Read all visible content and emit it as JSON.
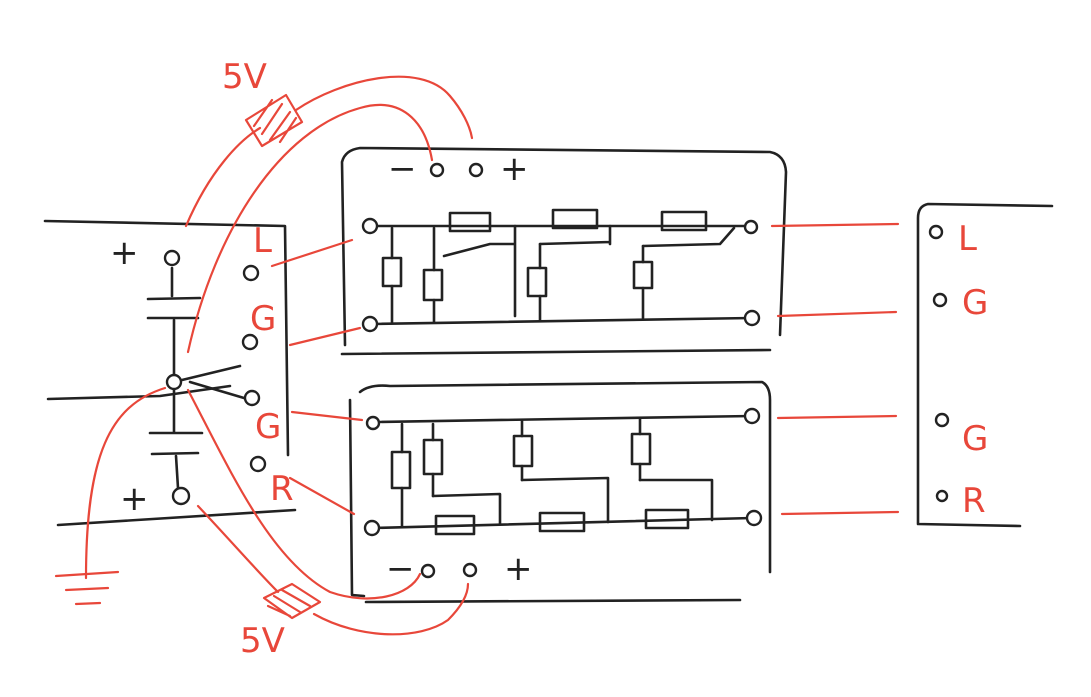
{
  "colors": {
    "ink": "#222222",
    "wire": "#e8473a",
    "background": "#ffffff"
  },
  "labels": {
    "top_supply": "5V",
    "bottom_supply": "5V",
    "top_module_minus": "−",
    "top_module_plus": "+",
    "bottom_module_minus": "−",
    "bottom_module_plus": "+",
    "battery_top_plus": "+",
    "battery_bottom_plus": "+",
    "left_panel_L": "L",
    "left_panel_G1": "G",
    "left_panel_G2": "G",
    "left_panel_R": "R",
    "right_panel_L": "L",
    "right_panel_G1": "G",
    "right_panel_G2": "G",
    "right_panel_R": "R"
  }
}
